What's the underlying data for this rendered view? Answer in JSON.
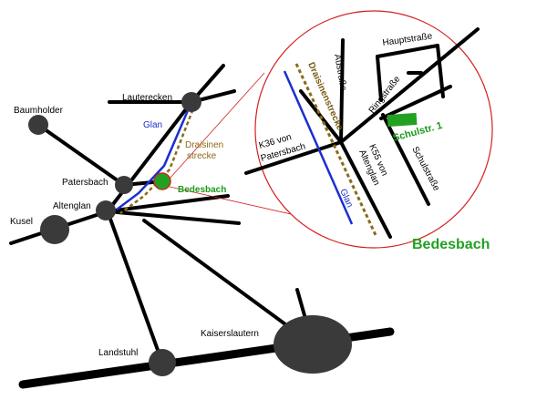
{
  "places": {
    "baumholder": "Baumholder",
    "lauterecken": "Lauterecken",
    "patersbach": "Patersbach",
    "altenglan": "Altenglan",
    "kusel": "Kusel",
    "landstuhl": "Landstuhl",
    "kaiserslautern": "Kaiserslautern",
    "bedesbach": "Bedesbach"
  },
  "overview_labels": {
    "river": "Glan",
    "draisine_line1": "Draisinen",
    "draisine_line2": "strecke"
  },
  "detail": {
    "title": "Bedesbach",
    "hauptstrasse": "Hauptstraße",
    "austrasse": "Austraße",
    "ringstrasse": "Ringstraße",
    "draisinenstrecke": "Draisinenstrecke",
    "schulstr": "Schulstr. 1",
    "schulstrasse": "Schulstraße",
    "k36_line1": "K36 von",
    "k36_line2": "Patersbach",
    "k55_line1": "K55 von",
    "k55_line2": "Altenglan",
    "river": "Glan"
  },
  "colors": {
    "road": "#000000",
    "town": "#3a3a3a",
    "river": "#1a2fd0",
    "draisine": "#8a6b1a",
    "destination": "#22a022",
    "callout": "#d42020"
  }
}
